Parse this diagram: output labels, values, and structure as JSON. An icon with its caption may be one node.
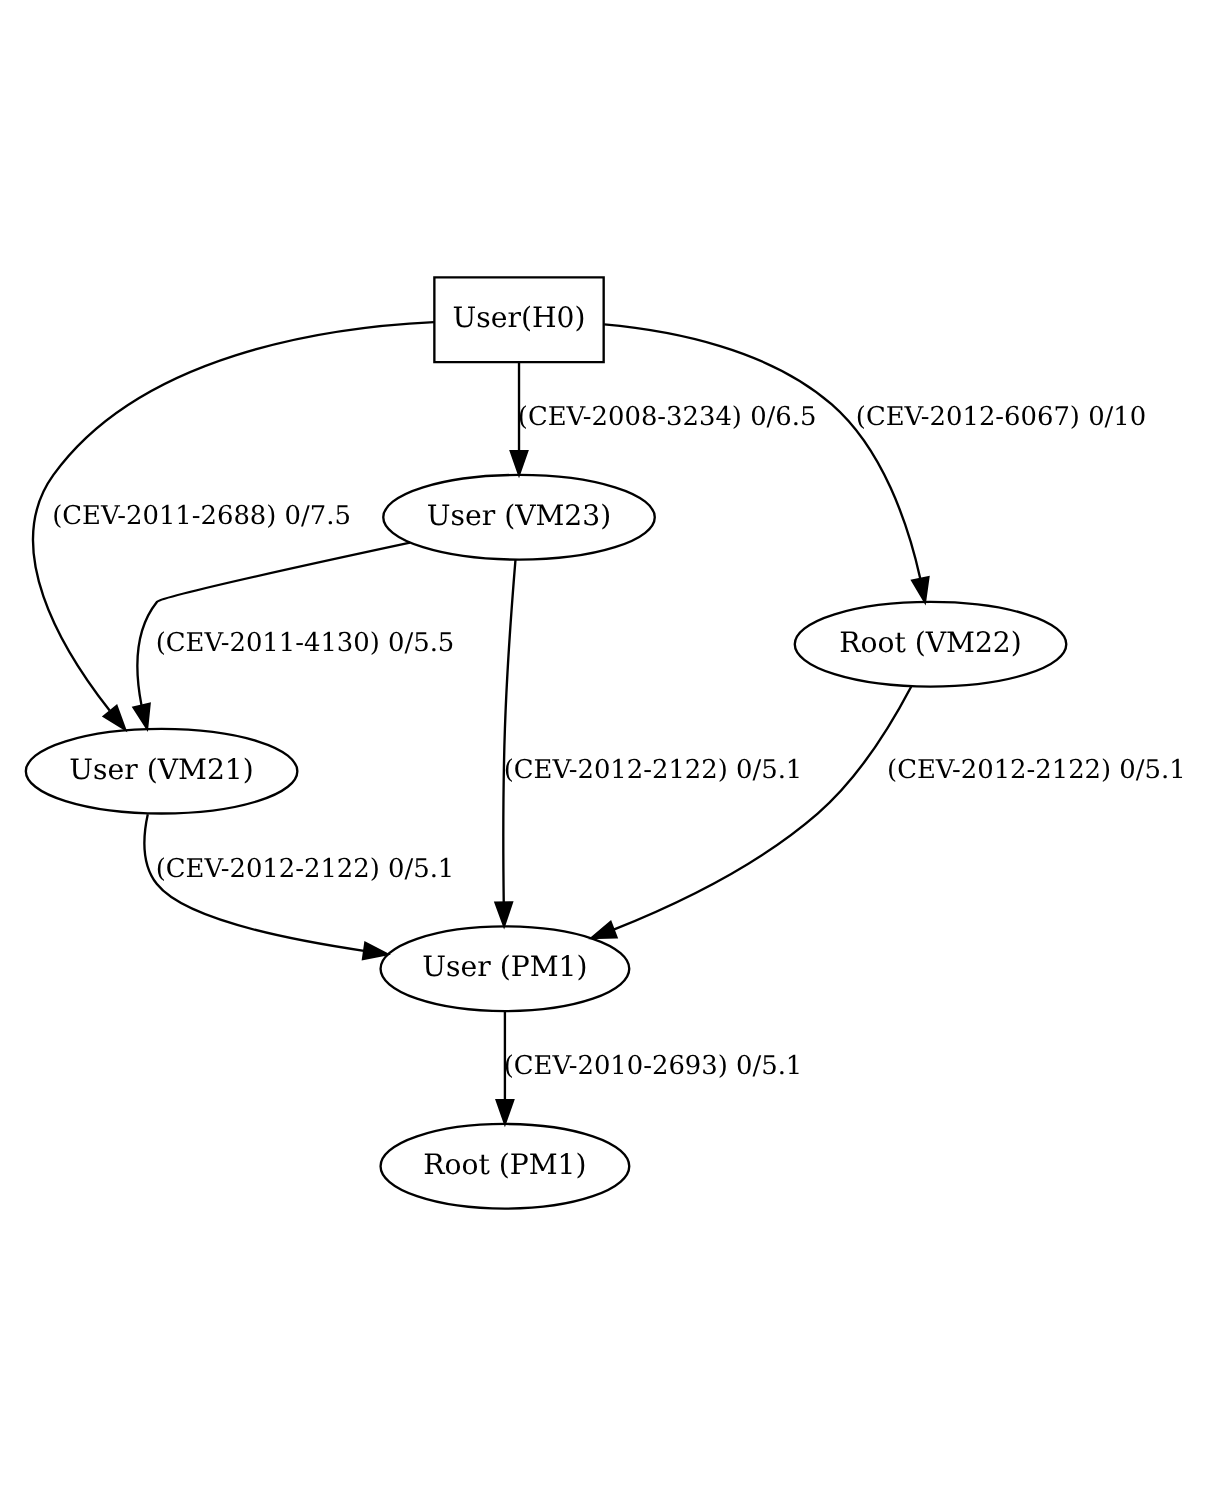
{
  "diagram": {
    "nodes": [
      {
        "text": [
          "User(H0)"
        ]
      },
      {
        "text": [
          "User (VM21)"
        ]
      },
      {
        "text": [
          "User (VM23)"
        ]
      },
      {
        "text": [
          "Root (VM22)"
        ]
      },
      {
        "text": [
          "User (PM1)"
        ]
      },
      {
        "text": [
          "Root (PM1)"
        ]
      }
    ],
    "edges": [
      {
        "from": 0,
        "to": 1,
        "arrow": "to",
        "label": "(CEV-2011-2688) 0/7.5"
      },
      {
        "from": 0,
        "to": 2,
        "arrow": "to",
        "label": "(CEV-2008-3234) 0/6.5"
      },
      {
        "from": 0,
        "to": 3,
        "arrow": "to",
        "label": "(CEV-2012-6067) 0/10"
      },
      {
        "from": 2,
        "to": 1,
        "arrow": "to",
        "label": "(CEV-2011-4130) 0/5.5"
      },
      {
        "from": 1,
        "to": 4,
        "arrow": "to",
        "label": "(CEV-2012-2122) 0/5.1"
      },
      {
        "from": 2,
        "to": 4,
        "arrow": "to",
        "label": "(CEV-2012-2122) 0/5.1"
      },
      {
        "from": 3,
        "to": 4,
        "arrow": "to",
        "label": "(CEV-2012-2122) 0/5.1"
      },
      {
        "from": 4,
        "to": 5,
        "arrow": "to",
        "label": "(CEV-2010-2693) 0/5.1"
      }
    ]
  }
}
